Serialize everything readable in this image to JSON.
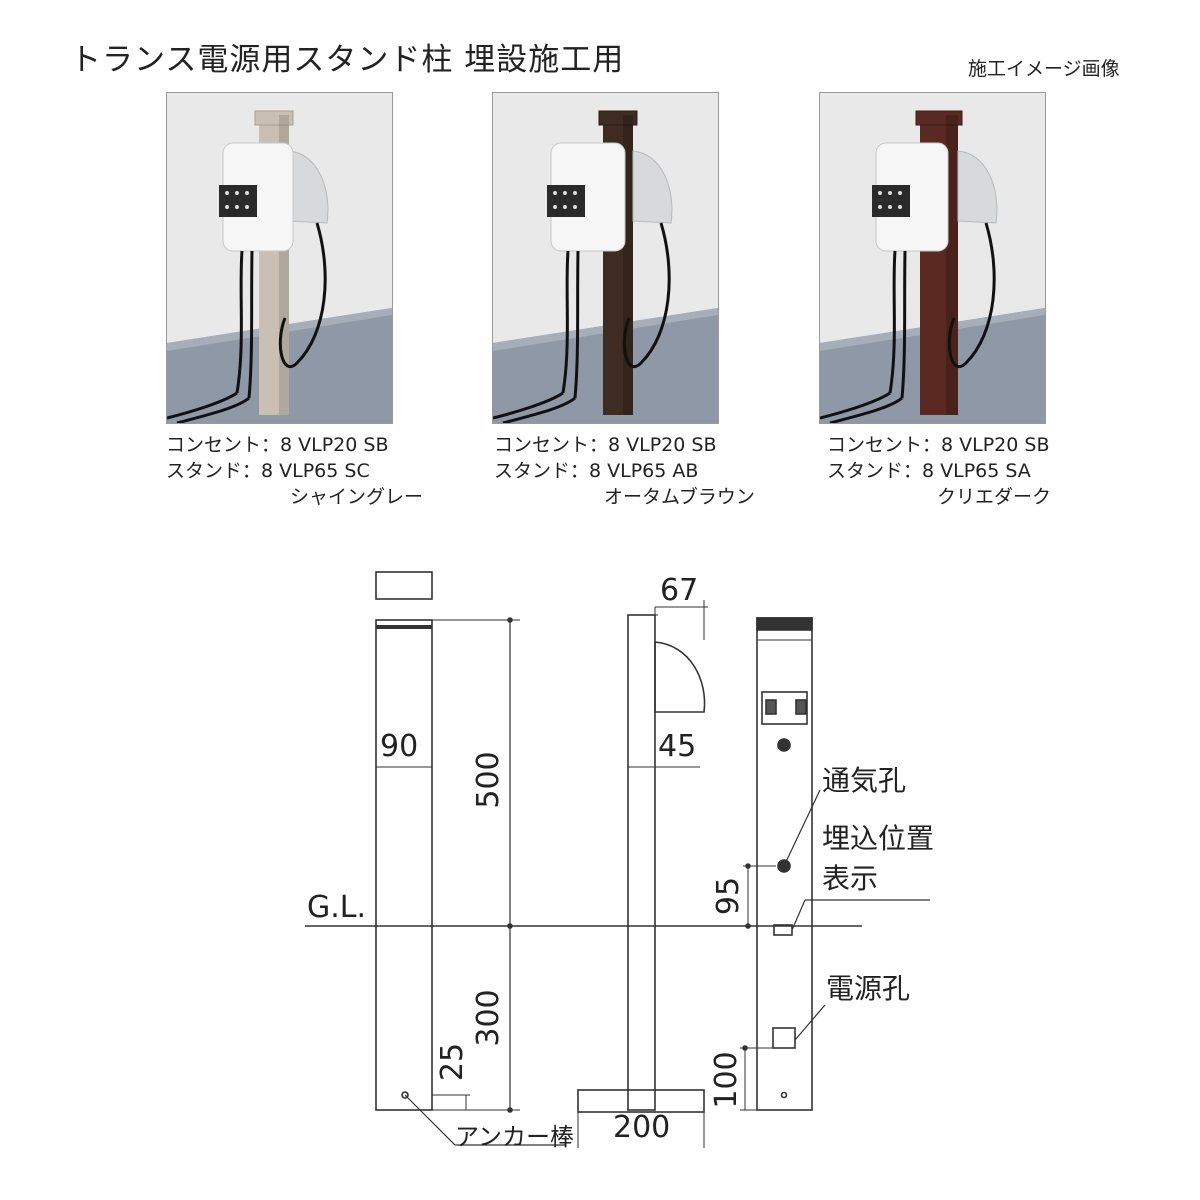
{
  "header": {
    "title": "トランス電源用スタンド柱 埋設施工用",
    "note": "施工イメージ画像"
  },
  "products": [
    {
      "outlet_label": "コンセント：8 VLP20 SB",
      "stand_label": "スタンド：8 VLP65 SC",
      "color_name": "シャイングレー",
      "post_color": "#c9bfb2"
    },
    {
      "outlet_label": "コンセント：8 VLP20 SB",
      "stand_label": "スタンド：8 VLP65 AB",
      "color_name": "オータムブラウン",
      "post_color": "#3e2b22"
    },
    {
      "outlet_label": "コンセント：8 VLP20 SB",
      "stand_label": "スタンド：8 VLP65 SA",
      "color_name": "クリエダーク",
      "post_color": "#5a2a22"
    }
  ],
  "drawing": {
    "dims": {
      "width_front": "90",
      "height_above": "500",
      "depth_below": "300",
      "anchor_offset": "25",
      "head_depth": "67",
      "side_width": "45",
      "base_width": "200",
      "vent_height": "95",
      "power_hole_height": "100"
    },
    "labels": {
      "ground_level": "G.L.",
      "anchor_rod": "アンカー棒",
      "vent_hole": "通気孔",
      "burial_mark_1": "埋込位置",
      "burial_mark_2": "表示",
      "power_hole": "電源孔"
    }
  }
}
